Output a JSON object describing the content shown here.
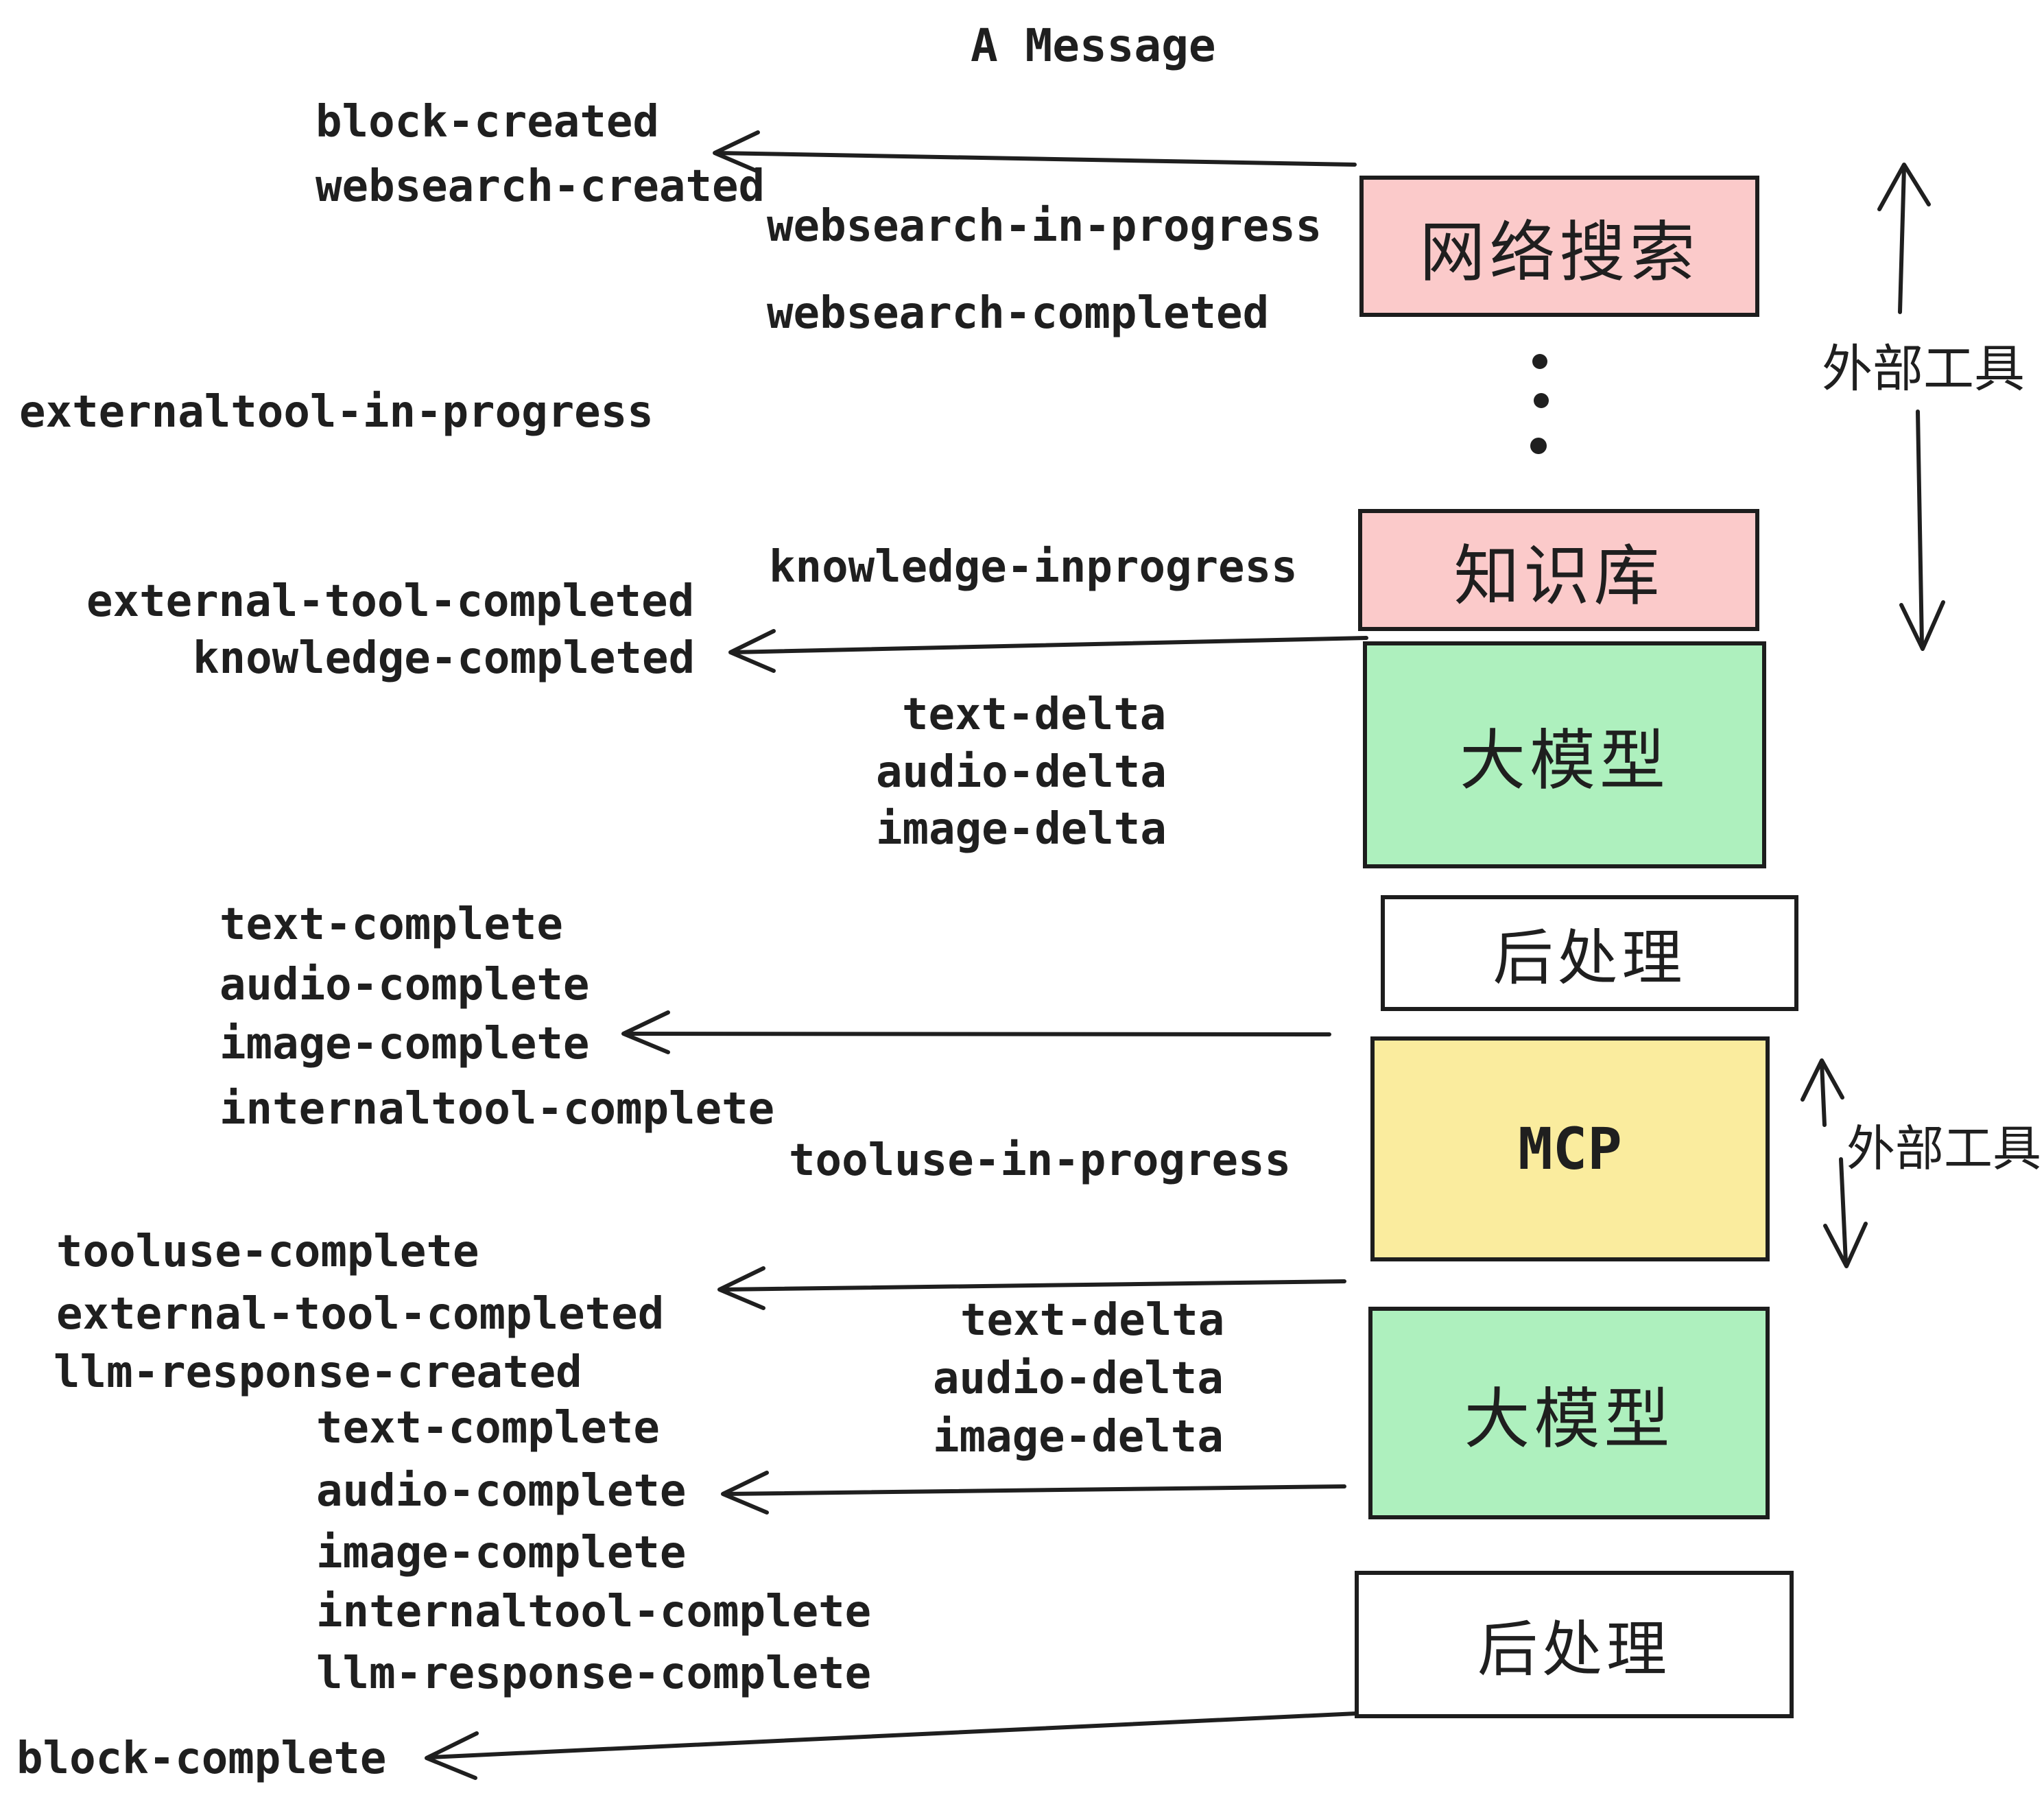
{
  "title": "A Message",
  "colors": {
    "pink": "#fbcaca",
    "green": "#aef0be",
    "yellow": "#faec9e",
    "white": "#ffffff",
    "ink": "#1f1f1f"
  },
  "boxes": [
    {
      "id": "websearch",
      "label": "网络搜索",
      "color": "pink"
    },
    {
      "id": "knowledge-base",
      "label": "知识库",
      "color": "pink"
    },
    {
      "id": "llm-1",
      "label": "大模型",
      "color": "green"
    },
    {
      "id": "postprocess-1",
      "label": "后处理",
      "color": "white"
    },
    {
      "id": "mcp",
      "label": "MCP",
      "color": "yellow"
    },
    {
      "id": "llm-2",
      "label": "大模型",
      "color": "green"
    },
    {
      "id": "postprocess-2",
      "label": "后处理",
      "color": "white"
    }
  ],
  "side_labels": [
    {
      "text": "外部工具"
    },
    {
      "text": "外部工具"
    }
  ],
  "events": [
    "block-created",
    "websearch-created",
    "websearch-in-progress",
    "websearch-completed",
    "externaltool-in-progress",
    "knowledge-inprogress",
    "external-tool-completed",
    "knowledge-completed",
    "text-delta",
    "audio-delta",
    "image-delta",
    "text-complete",
    "audio-complete",
    "image-complete",
    "internaltool-complete",
    "tooluse-in-progress",
    "tooluse-complete",
    "external-tool-completed",
    "llm-response-created",
    "text-complete",
    "audio-complete",
    "image-complete",
    "internaltool-complete",
    "llm-response-complete",
    "block-complete",
    "text-delta",
    "audio-delta",
    "image-delta"
  ]
}
